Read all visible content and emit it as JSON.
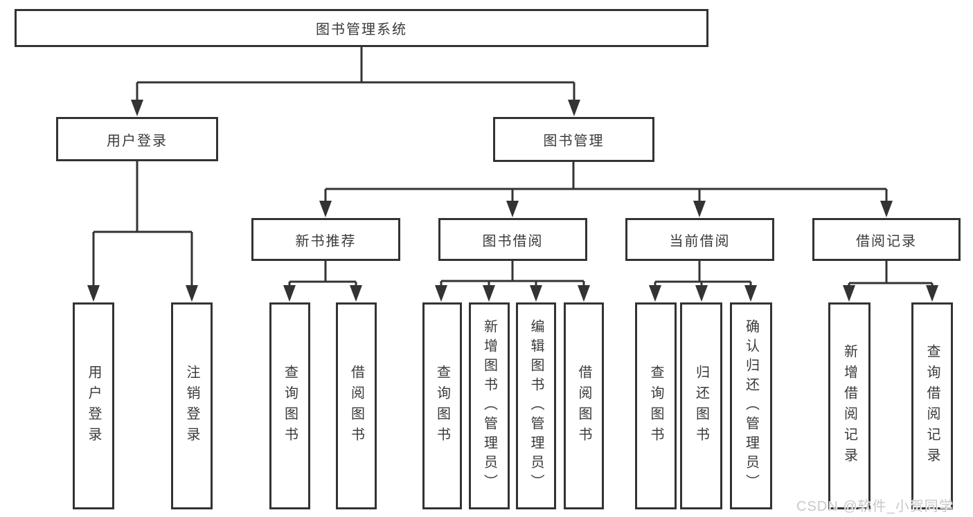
{
  "diagram": {
    "title": "图书管理系统",
    "root": {
      "label": "图书管理系统"
    },
    "level2": [
      {
        "label": "用户登录"
      },
      {
        "label": "图书管理"
      }
    ],
    "level3": [
      {
        "label": "新书推荐"
      },
      {
        "label": "图书借阅"
      },
      {
        "label": "当前借阅"
      },
      {
        "label": "借阅记录"
      }
    ],
    "leaves": {
      "user_login": [
        "用户登录",
        "注销登录"
      ],
      "new_books": [
        "查询图书",
        "借阅图书"
      ],
      "book_borrow": [
        "查询图书",
        "新增图书（管理员）",
        "编辑图书（管理员）",
        "借阅图书"
      ],
      "current_borrow": [
        "查询图书",
        "归还图书",
        "确认归还（管理员）"
      ],
      "borrow_records": [
        "新增借阅记录",
        "查询借阅记录"
      ]
    }
  },
  "watermark": "CSDN @软件_小贺同学",
  "colors": {
    "line": "#333333",
    "text": "#3a3a3a",
    "watermark": "#c8c8c8",
    "background": "#ffffff"
  }
}
